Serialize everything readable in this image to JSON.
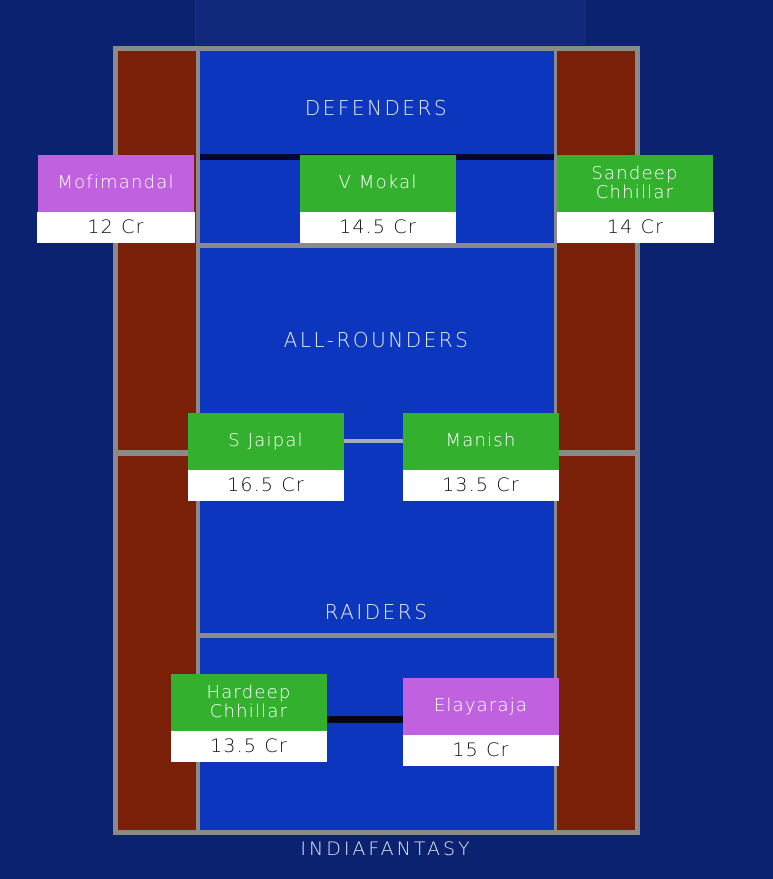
{
  "theme": {
    "background": "#0b2270",
    "court_line": "#8a8a8a",
    "court_surface": "#0c36bd",
    "lobby": "#7a2008",
    "card_green": "#33b02e",
    "card_purple": "#c061e0",
    "price_bg": "#ffffff",
    "text_light": "#e8ecf4"
  },
  "zones": {
    "defenders_label": "DEFENDERS",
    "allrounders_label": "ALL-ROUNDERS",
    "raiders_label": "RAIDERS"
  },
  "footer": {
    "brand": "INDIAFANTASY"
  },
  "players": [
    {
      "id": "mofimandal",
      "name": "Mofimandal",
      "price": "12 Cr",
      "zone": "DEFENDERS",
      "color": "purple"
    },
    {
      "id": "vmokal",
      "name": "V Mokal",
      "price": "14.5 Cr",
      "zone": "DEFENDERS",
      "color": "green"
    },
    {
      "id": "sandeep",
      "name": "Sandeep\nChhillar",
      "price": "14 Cr",
      "zone": "DEFENDERS",
      "color": "green"
    },
    {
      "id": "sjaipal",
      "name": "S Jaipal",
      "price": "16.5 Cr",
      "zone": "ALL-ROUNDERS",
      "color": "green"
    },
    {
      "id": "manish",
      "name": "Manish",
      "price": "13.5 Cr",
      "zone": "ALL-ROUNDERS",
      "color": "green"
    },
    {
      "id": "hardeep",
      "name": "Hardeep\nChhillar",
      "price": "13.5 Cr",
      "zone": "RAIDERS",
      "color": "green"
    },
    {
      "id": "elayaraja",
      "name": "Elayaraja",
      "price": "15 Cr",
      "zone": "RAIDERS",
      "color": "purple"
    }
  ]
}
